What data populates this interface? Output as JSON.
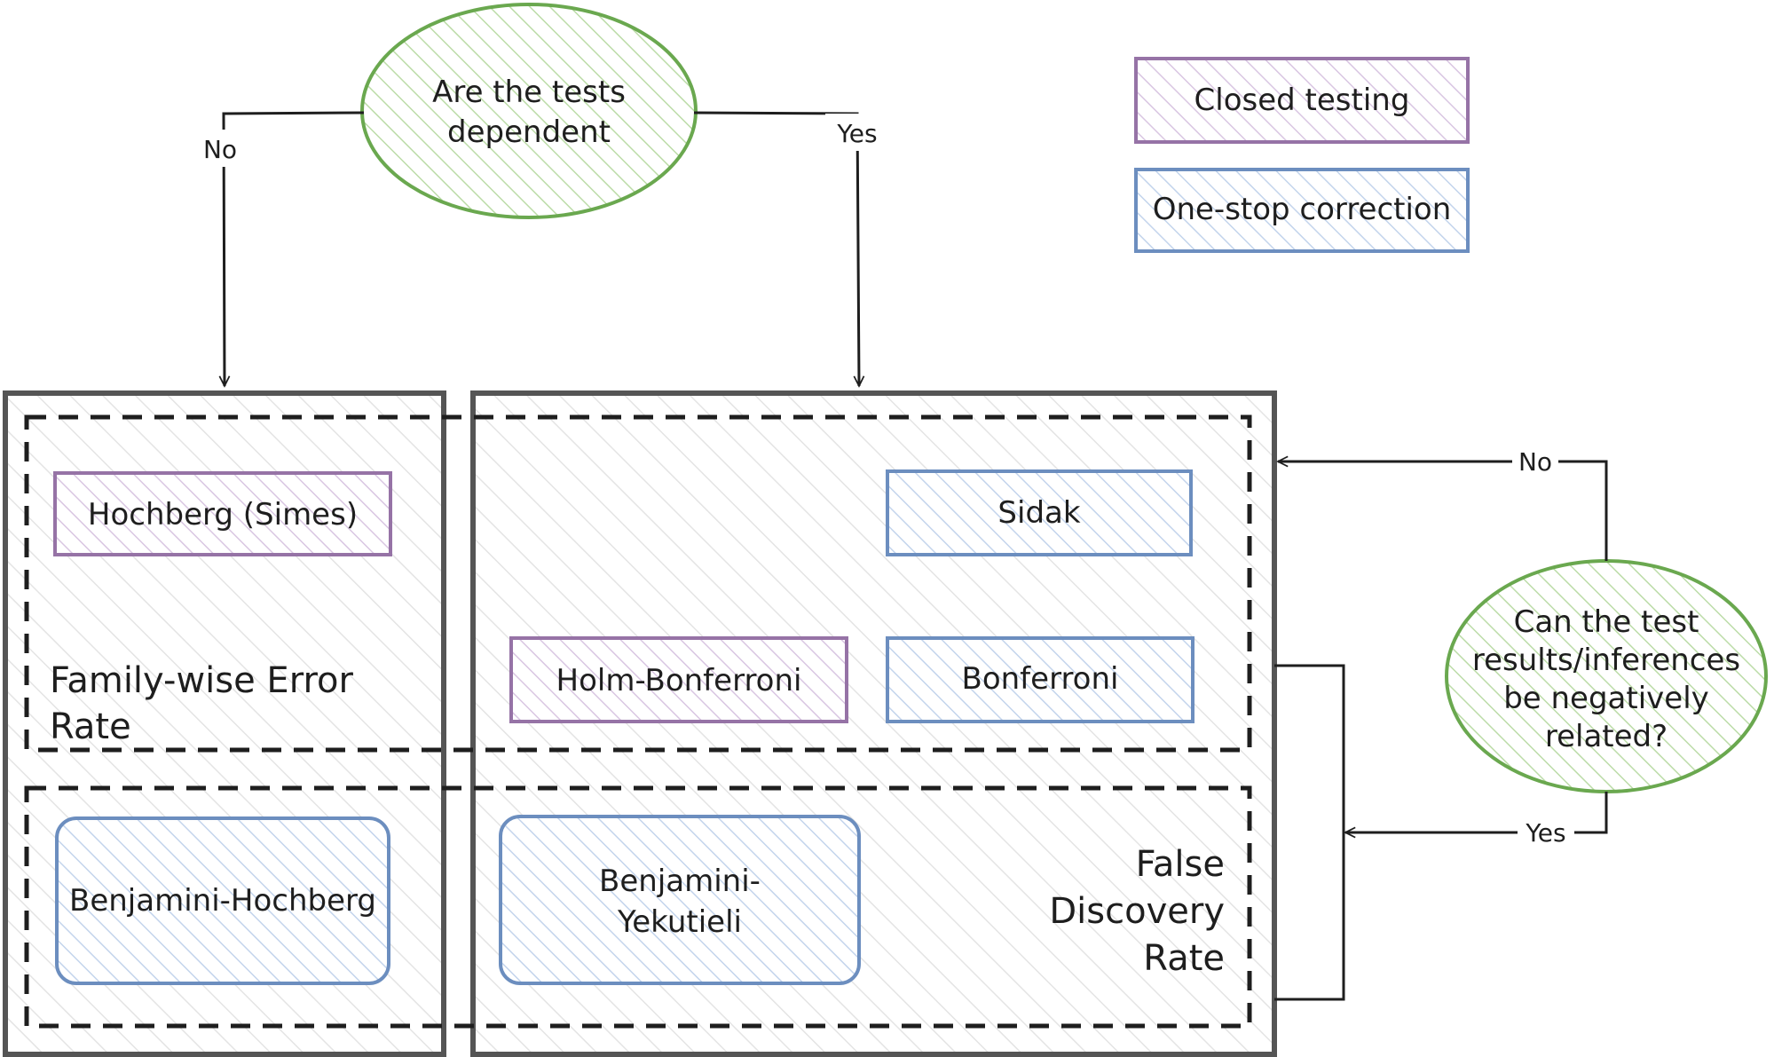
{
  "colors": {
    "ink": "#1e1e1e",
    "green": "#6aa84f",
    "green_fill": "#e2f2d6",
    "purple": "#9673a6",
    "purple_fill": "#efe4f4",
    "blue": "#6c8ebf",
    "blue_fill": "#e1ebf7",
    "region_fill": "#f3f3f3"
  },
  "decisions": {
    "dependent": {
      "line1": "Are the tests",
      "line2": "dependent"
    },
    "negative": {
      "line1": "Can the test",
      "line2": "results/inferences",
      "line3": "be negatively",
      "line4": "related?"
    }
  },
  "edges": {
    "dep_no": "No",
    "dep_yes": "Yes",
    "neg_no": "No",
    "neg_yes": "Yes"
  },
  "legend": {
    "closed_testing": "Closed testing",
    "one_stop": "One-stop correction"
  },
  "methods": {
    "hochberg": "Hochberg (Simes)",
    "sidak": "Sidak",
    "holm": "Holm-Bonferroni",
    "bonferroni": "Bonferroni",
    "bh": "Benjamini-Hochberg",
    "by_line1": "Benjamini-",
    "by_line2": "Yekutieli"
  },
  "regions": {
    "fwer_line1": "Family-wise Error",
    "fwer_line2": "Rate",
    "fdr_line1": "False",
    "fdr_line2": "Discovery",
    "fdr_line3": "Rate"
  }
}
